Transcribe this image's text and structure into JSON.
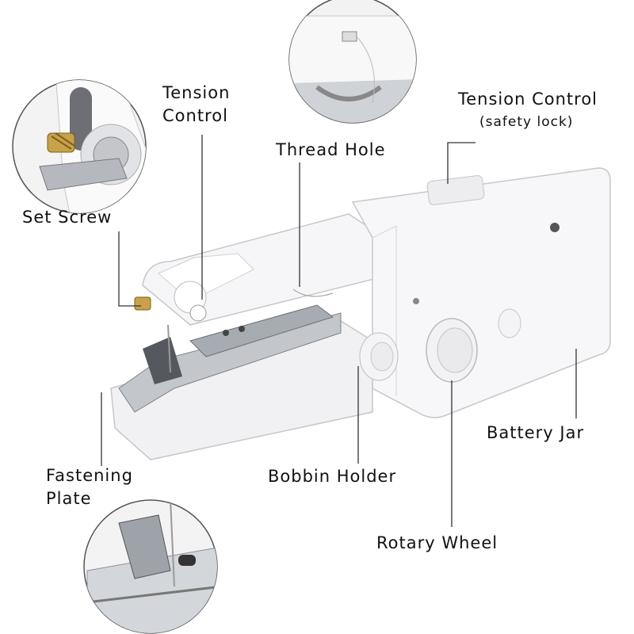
{
  "labels": {
    "tension_control": [
      "Tension",
      "Control"
    ],
    "thread_hole": "Thread Hole",
    "tension_control_safety": {
      "title": "Tension Control",
      "note": "(safety lock)"
    },
    "set_screw": "Set Screw",
    "battery_jar": "Battery Jar",
    "fastening_plate": [
      "Fastening",
      "Plate"
    ],
    "bobbin_holder": "Bobbin Holder",
    "rotary_wheel": "Rotary Wheel"
  },
  "colors": {
    "body": "#f4f4f6",
    "outline": "#c9cacd",
    "metal": "#a9adb3",
    "line": "#333333",
    "brass": "#c8a24a"
  }
}
